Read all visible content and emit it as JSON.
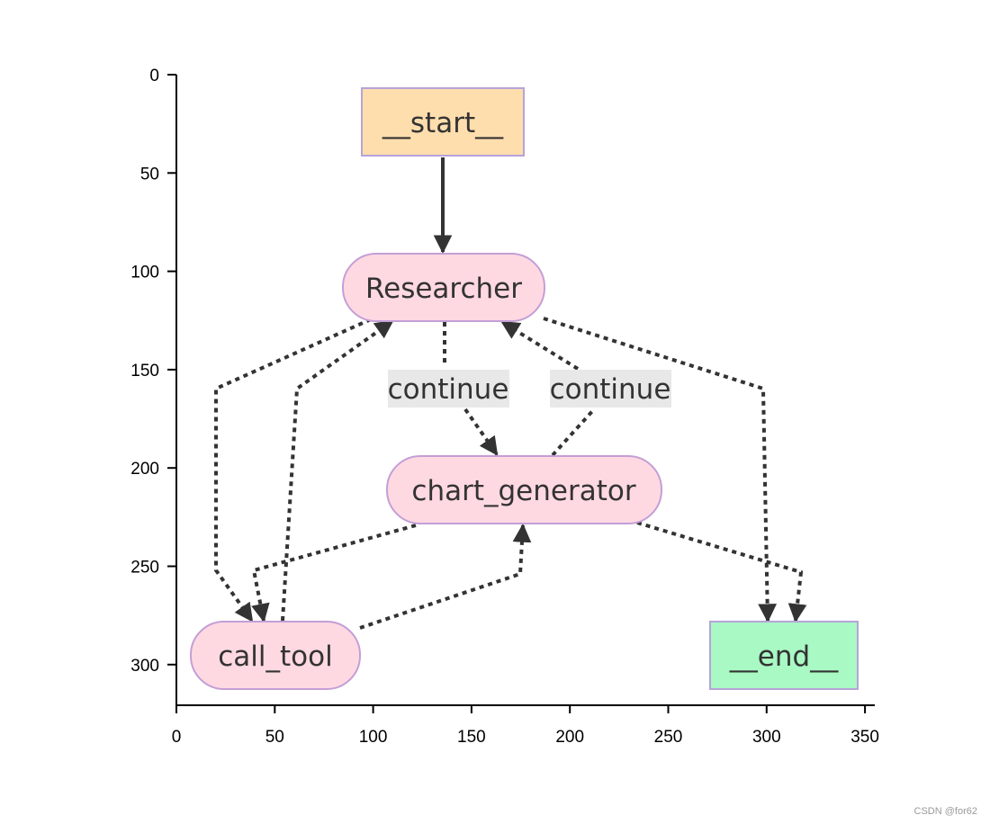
{
  "axes": {
    "x_ticks": [
      "0",
      "50",
      "100",
      "150",
      "200",
      "250",
      "300",
      "350"
    ],
    "y_ticks": [
      "0",
      "50",
      "100",
      "150",
      "200",
      "250",
      "300"
    ]
  },
  "graph": {
    "nodes": {
      "start": {
        "label": "__start__",
        "shape": "rect",
        "fill": "#ffdead",
        "stroke": "#b7a3d9"
      },
      "researcher": {
        "label": "Researcher",
        "shape": "pill",
        "fill": "#ffd9e2",
        "stroke": "#c49ed6"
      },
      "chart_generator": {
        "label": "chart_generator",
        "shape": "pill",
        "fill": "#ffd9e2",
        "stroke": "#c49ed6"
      },
      "call_tool": {
        "label": "call_tool",
        "shape": "pill",
        "fill": "#ffd9e2",
        "stroke": "#c49ed6"
      },
      "end": {
        "label": "__end__",
        "shape": "rect",
        "fill": "#a8f9c3",
        "stroke": "#b7a3d9"
      }
    },
    "edge_labels": {
      "researcher_to_chart": "continue",
      "chart_to_researcher": "continue"
    },
    "edge_label_bg": "#e8e8e8",
    "edge_color": "#333333"
  },
  "watermark": "CSDN @for62"
}
